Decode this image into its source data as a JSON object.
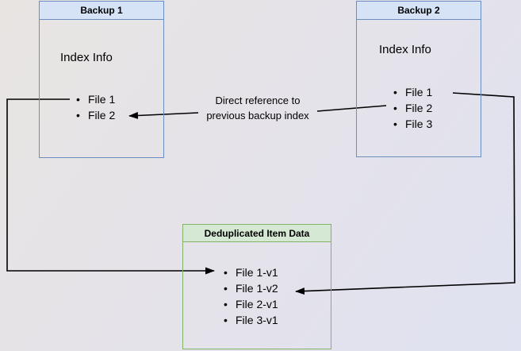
{
  "colors": {
    "bg_start": "#e8e4e2",
    "bg_mid": "#e5e3e9",
    "bg_end": "#e0e2f1",
    "blue_fill": "#d6e3f7",
    "blue_border": "#6c8ebf",
    "green_fill": "#d5e8d4",
    "green_border": "#82b366",
    "connector": "#000000"
  },
  "boxes": {
    "backup1": {
      "title": "Backup 1",
      "section_label": "Index Info",
      "files": [
        "File 1",
        "File 2"
      ]
    },
    "backup2": {
      "title": "Backup 2",
      "section_label": "Index Info",
      "files": [
        "File 1",
        "File 2",
        "File 3"
      ]
    },
    "dedup": {
      "title": "Deduplicated Item Data",
      "files": [
        "File 1-v1",
        "File 1-v2",
        "File 2-v1",
        "File 3-v1"
      ]
    }
  },
  "annotation": {
    "line1": "Direct reference to",
    "line2": "previous backup index"
  },
  "connectors": [
    {
      "from": "Backup 1 / File 1",
      "to": "Deduplicated Item Data / File 1-v1"
    },
    {
      "from": "Backup 2 / File 2",
      "to": "Backup 1 / File 2",
      "label": "Direct reference to previous backup index"
    },
    {
      "from": "Backup 2 / File 1",
      "to": "Deduplicated Item Data / File 1-v2"
    }
  ]
}
